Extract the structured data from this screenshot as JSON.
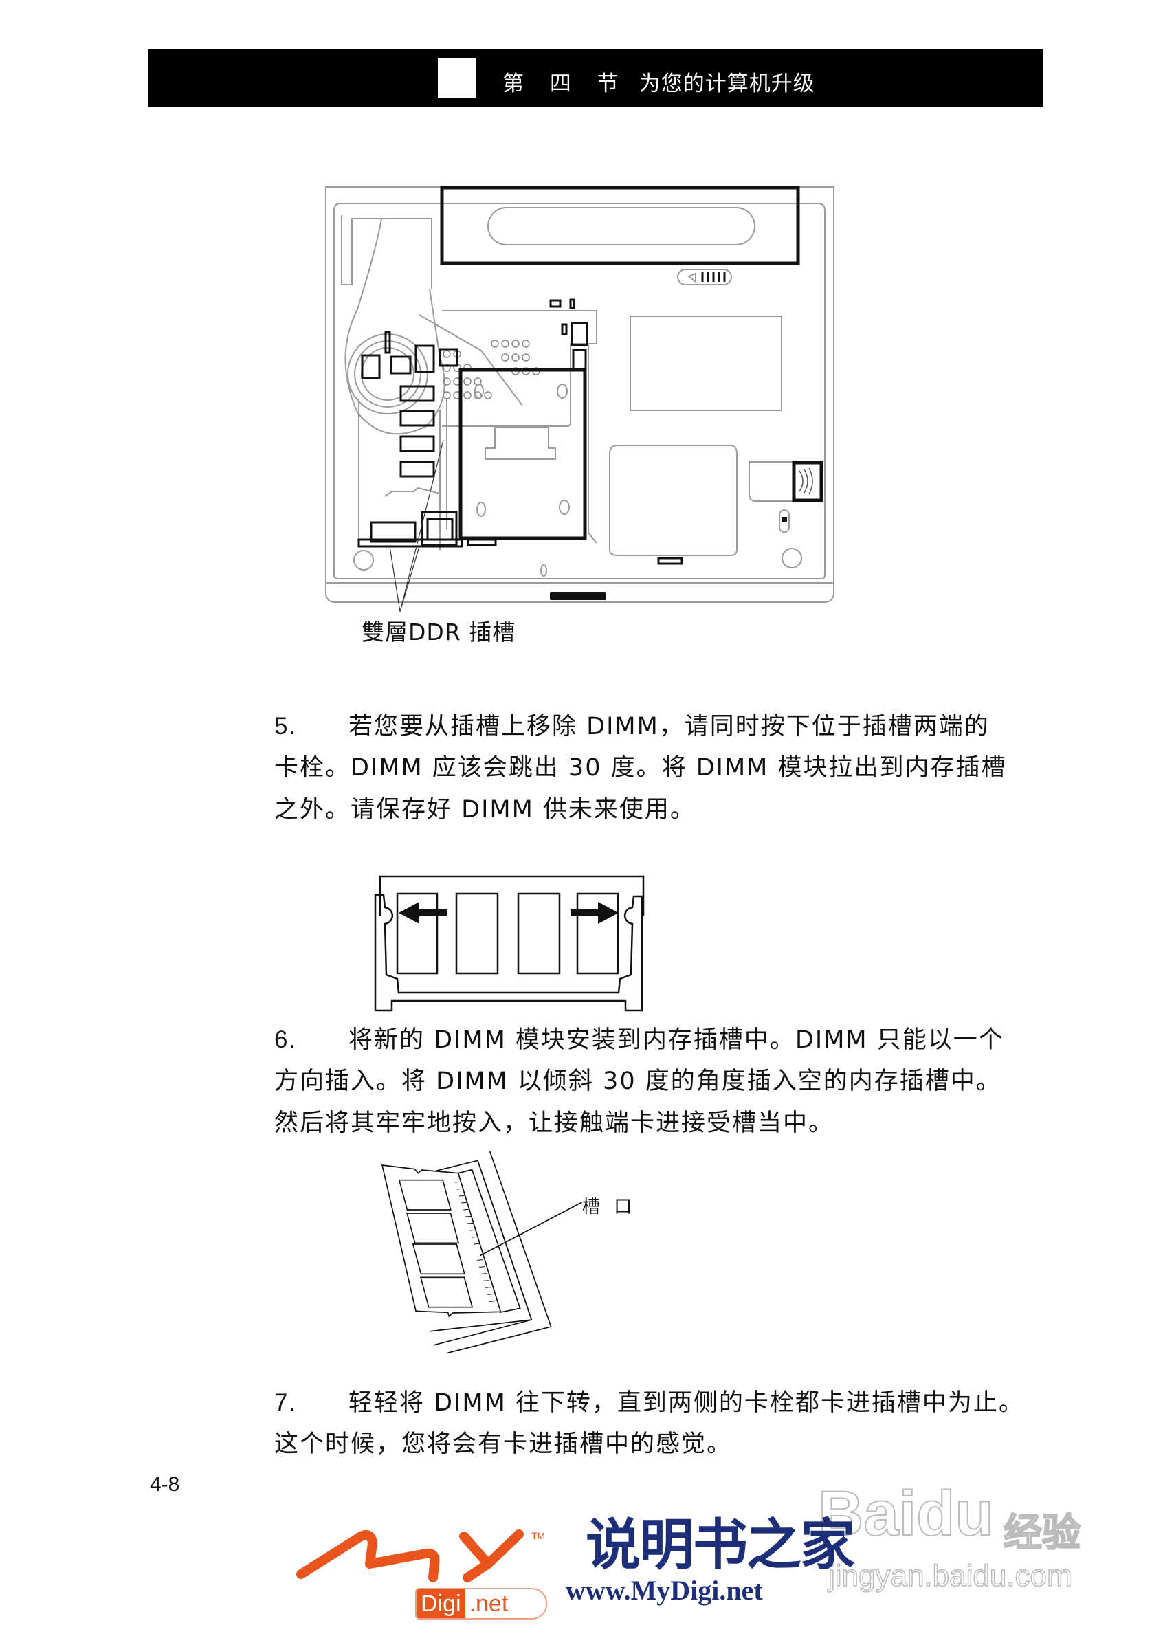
{
  "header": {
    "section_number": "第 四 节",
    "section_title": "为您的计算机升级"
  },
  "figure_laptop": {
    "label": "雙層DDR 插槽"
  },
  "steps": [
    {
      "number": "5.",
      "lines": [
        "若您要从插槽上移除 DIMM，请同时按下位于插槽两端的",
        "卡栓。DIMM 应该会跳出 30 度。将 DIMM 模块拉出到内存插槽",
        "之外。请保存好 DIMM 供未来使用。"
      ]
    },
    {
      "number": "6.",
      "lines": [
        "将新的 DIMM 模块安装到内存插槽中。DIMM 只能以一个",
        "方向插入。将 DIMM 以倾斜 30 度的角度插入空的内存插槽中。",
        "然后将其牢牢地按入，让接触端卡进接受槽当中。"
      ]
    },
    {
      "number": "7.",
      "lines": [
        "轻轻将 DIMM 往下转，直到两侧的卡栓都卡进插槽中为止。",
        "这个时候，您将会有卡进插槽中的感觉。"
      ]
    }
  ],
  "figure_insert": {
    "label": "槽 口"
  },
  "page_number": "4-8",
  "footer": {
    "logo_tm": "TM",
    "logo_digi": "Digi",
    "logo_net": ".net",
    "brand_cn": "说明书之家",
    "url": "www.MyDigi.net",
    "brand_color": "#1d2f7a",
    "accent_color": "#e8541c"
  },
  "watermark": {
    "brand": "Baidu",
    "brand_cn": "经验",
    "url": "jingyan.baidu.com"
  }
}
